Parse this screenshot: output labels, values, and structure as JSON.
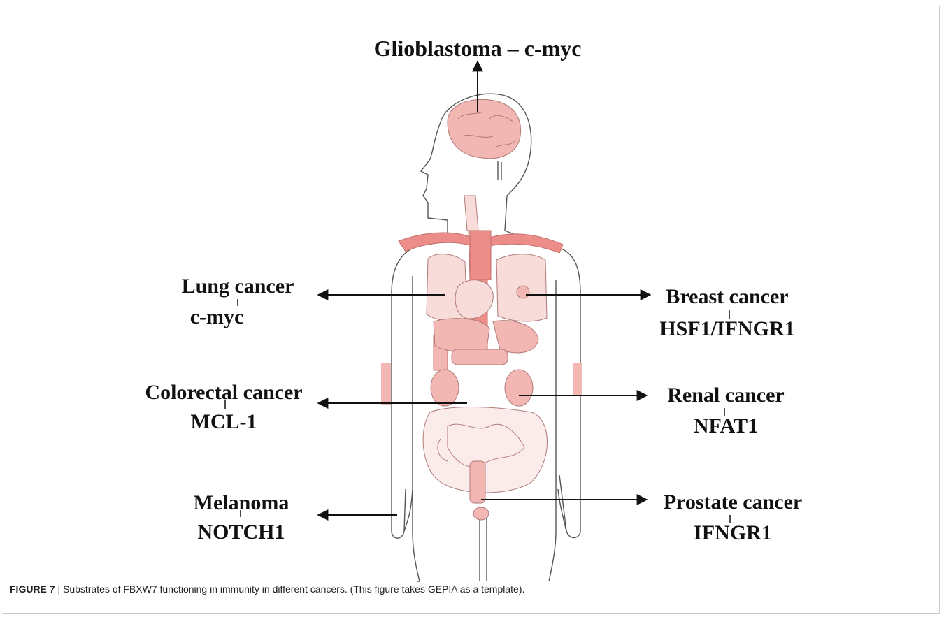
{
  "diagram": {
    "title": "Glioblastoma – c-myc",
    "labels": {
      "lung_cancer": {
        "name": "Lung cancer",
        "substrate": "c-myc"
      },
      "colorectal_cancer": {
        "name": "Colorectal cancer",
        "substrate": "MCL-1"
      },
      "melanoma": {
        "name": "Melanoma",
        "substrate": "NOTCH1"
      },
      "breast_cancer": {
        "name": "Breast cancer",
        "substrate": "HSF1/IFNGR1"
      },
      "renal_cancer": {
        "name": "Renal cancer",
        "substrate": "NFAT1"
      },
      "prostate_cancer": {
        "name": "Prostate cancer",
        "substrate": "IFNGR1"
      }
    }
  },
  "caption": {
    "label": "FIGURE 7",
    "separator": " | ",
    "text": "Substrates of FBXW7 functioning in immunity in different cancers. (This figure takes GEPIA as a template)."
  },
  "colors": {
    "organ_fill": "#f2b6b3",
    "organ_light": "#f8dcda",
    "vessel": "#ec8d8a",
    "outline": "#555555"
  }
}
